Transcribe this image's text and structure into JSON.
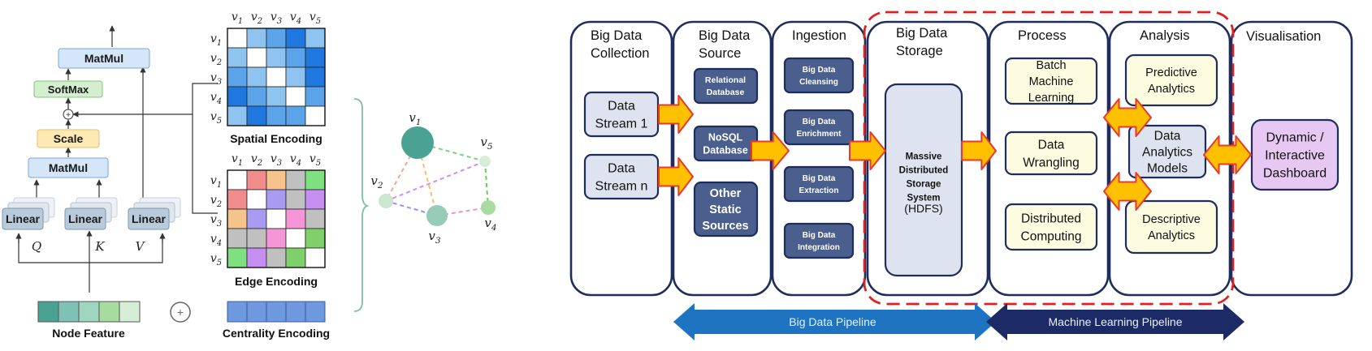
{
  "left": {
    "blocks": {
      "matmul_top": "MatMul",
      "softmax": "SoftMax",
      "scale": "Scale",
      "matmul_bottom": "MatMul",
      "linear": "Linear"
    },
    "qkv": [
      "Q",
      "K",
      "V"
    ],
    "node_feature_label": "Node Feature",
    "centrality_label": "Centrality Encoding",
    "spatial_label": "Spatial Encoding",
    "edge_label": "Edge Encoding",
    "plus_symbol": "⊕",
    "small_plus": "+",
    "v_labels": {
      "v1": {
        "b": "v",
        "s": "1"
      },
      "v2": {
        "b": "v",
        "s": "2"
      },
      "v3": {
        "b": "v",
        "s": "3"
      },
      "v4": {
        "b": "v",
        "s": "4"
      },
      "v5": {
        "b": "v",
        "s": "5"
      }
    },
    "colors": {
      "node_feature": [
        "#4aa392",
        "#7fc2b5",
        "#9fd6c0",
        "#a8dba0",
        "#d6eed6"
      ],
      "centrality": "#6e98df",
      "spatial_grid": [
        [
          "#ffffff",
          "#8fc3f0",
          "#5ca4ea",
          "#1f78e0",
          "#8fc3f0"
        ],
        [
          "#8fc3f0",
          "#ffffff",
          "#8fc3f0",
          "#5ca4ea",
          "#1f78e0"
        ],
        [
          "#5ca4ea",
          "#8fc3f0",
          "#ffffff",
          "#8fc3f0",
          "#1f78e0"
        ],
        [
          "#1f78e0",
          "#5ca4ea",
          "#8fc3f0",
          "#ffffff",
          "#5ca4ea"
        ],
        [
          "#8fc3f0",
          "#1f78e0",
          "#5ca4ea",
          "#5ca4ea",
          "#ffffff"
        ]
      ],
      "edge_grid": [
        [
          "#ffffff",
          "#f08c8c",
          "#f6c38a",
          "#c0c0c0",
          "#7fe07f"
        ],
        [
          "#f08c8c",
          "#ffffff",
          "#a99af2",
          "#c0c0c0",
          "#c78ef2"
        ],
        [
          "#f6c38a",
          "#a99af2",
          "#ffffff",
          "#f596d8",
          "#c0c0c0"
        ],
        [
          "#c0c0c0",
          "#c0c0c0",
          "#f596d8",
          "#ffffff",
          "#7fd06a"
        ],
        [
          "#7fe07f",
          "#c78ef2",
          "#c0c0c0",
          "#7fd06a",
          "#ffffff"
        ]
      ]
    }
  },
  "right": {
    "columns": {
      "collection": {
        "title": [
          "Big Data",
          "Collection"
        ],
        "items": [
          [
            "Data",
            "Stream 1"
          ],
          [
            "Data",
            "Stream n"
          ]
        ]
      },
      "source": {
        "title": [
          "Big Data",
          "Source"
        ],
        "items": [
          [
            "Relational",
            "Database"
          ],
          [
            "NoSQL",
            "Database"
          ],
          [
            "Other",
            "Static",
            "Sources"
          ]
        ]
      },
      "ingestion": {
        "title": [
          "Ingestion"
        ],
        "items": [
          [
            "Big Data",
            "Cleansing"
          ],
          [
            "Big Data",
            "Enrichment"
          ],
          [
            "Big Data",
            "Extraction"
          ],
          [
            "Big Data",
            "Integration"
          ]
        ]
      },
      "storage": {
        "title": [
          "Big Data",
          "Storage"
        ],
        "item": [
          "Massive",
          "Distributed",
          "Storage",
          "System"
        ],
        "item_sub": "(HDFS)"
      },
      "process": {
        "title": [
          "Process"
        ],
        "items": [
          [
            "Batch",
            "Machine",
            "Learning"
          ],
          [
            "Data",
            "Wrangling"
          ],
          [
            "Distributed",
            "Computing"
          ]
        ]
      },
      "analysis": {
        "title": [
          "Analysis"
        ],
        "items": [
          [
            "Predictive",
            "Analytics"
          ],
          [
            "Data",
            "Analytics",
            "Models"
          ],
          [
            "Descriptive",
            "Analytics"
          ]
        ]
      },
      "visualisation": {
        "title": [
          "Visualisation"
        ],
        "item": [
          "Dynamic /",
          "Interactive",
          "Dashboard"
        ]
      }
    },
    "pipelines": {
      "big_data": "Big Data Pipeline",
      "machine_learning": "Machine Learning Pipeline"
    },
    "colors": {
      "column_border": "#1f2d5c",
      "dark_box": "#4a5f8e",
      "light_box": "#dde4f0",
      "yellow_box": "#fdfbe0",
      "purple_box": "#e7c8f2",
      "arrow_fill": "#ffc000",
      "arrow_stroke": "#e8382f",
      "dashed": "#e02020",
      "pipe_blue": "#1f74c2",
      "pipe_navy": "#1c2a66"
    }
  }
}
